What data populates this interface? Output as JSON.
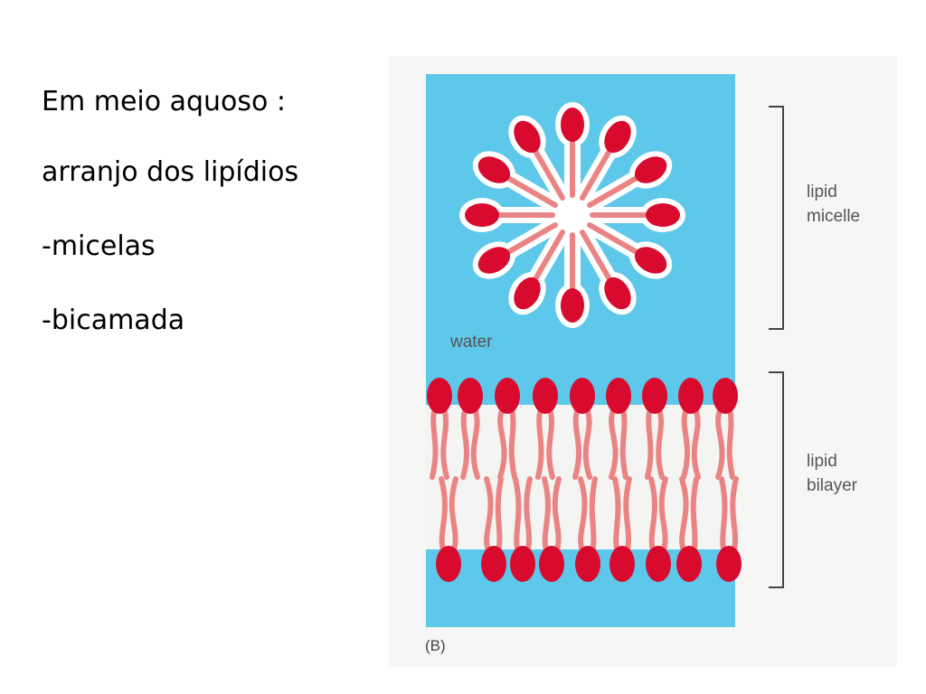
{
  "slide": {
    "lines": [
      "Em meio aquoso :",
      "arranjo dos lipídios",
      "-micelas",
      "-bicamada"
    ]
  },
  "figure": {
    "water_label": "water",
    "micelle_label_1": "lipid",
    "micelle_label_2": "micelle",
    "bilayer_label_1": "lipid",
    "bilayer_label_2": "bilayer",
    "panel_letter": "(B)",
    "colors": {
      "water": "#5ec8ea",
      "head": "#d80a2e",
      "tail": "#ea8484",
      "halo": "#ffffff",
      "bracket": "#444444"
    },
    "micelle_lipid_count": 12,
    "bilayer_top_head_count": 9,
    "bilayer_bottom_head_count": 9
  }
}
